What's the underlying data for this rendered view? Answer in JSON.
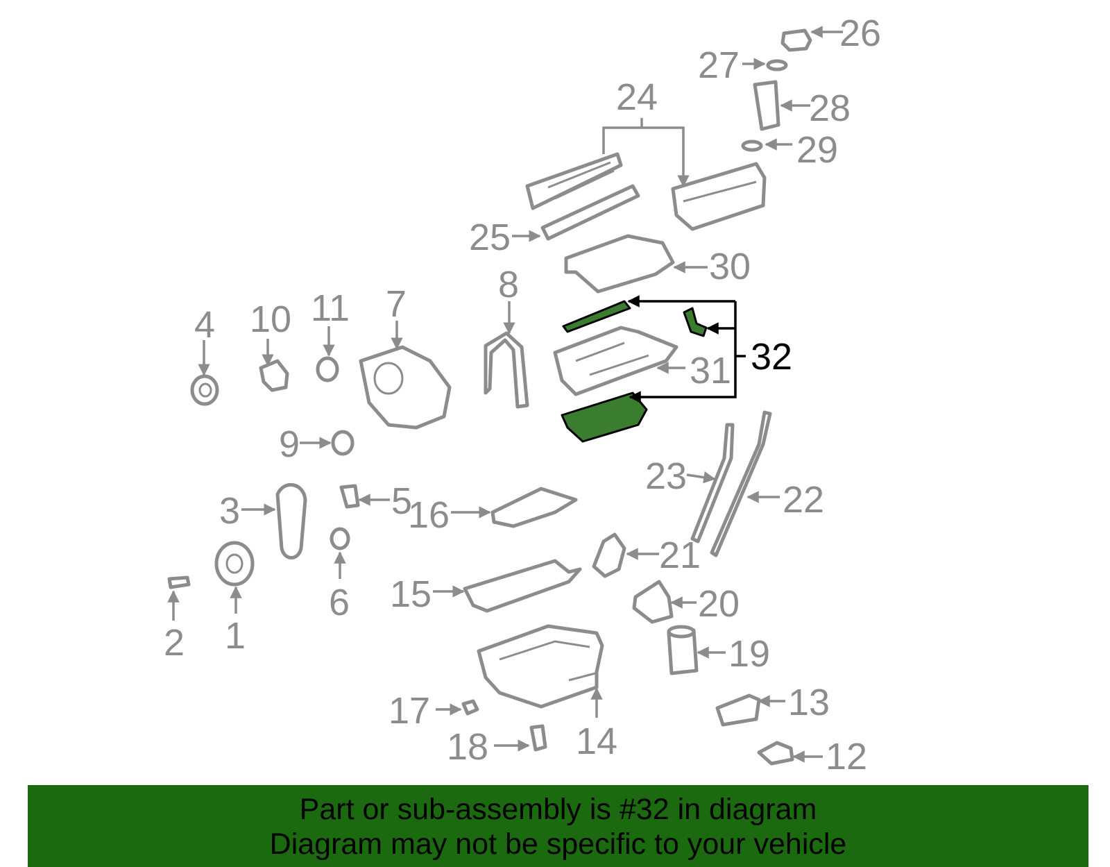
{
  "diagram": {
    "highlight_color": "#3b7d2e",
    "callout_color": "#8c8c8c",
    "highlighted_callout": "32",
    "callouts": {
      "c1": "1",
      "c2": "2",
      "c3": "3",
      "c4": "4",
      "c5": "5",
      "c6": "6",
      "c7": "7",
      "c8": "8",
      "c9": "9",
      "c10": "10",
      "c11": "11",
      "c12": "12",
      "c13": "13",
      "c14": "14",
      "c15": "15",
      "c16": "16",
      "c17": "17",
      "c18": "18",
      "c19": "19",
      "c20": "20",
      "c21": "21",
      "c22": "22",
      "c23": "23",
      "c24": "24",
      "c25": "25",
      "c26": "26",
      "c27": "27",
      "c28": "28",
      "c29": "29",
      "c30": "30",
      "c31": "31",
      "c32": "32"
    }
  },
  "footer": {
    "background": "#1b6a10",
    "line1": "Part or sub-assembly is #32 in diagram",
    "line2": "Diagram may not be specific to your vehicle"
  }
}
